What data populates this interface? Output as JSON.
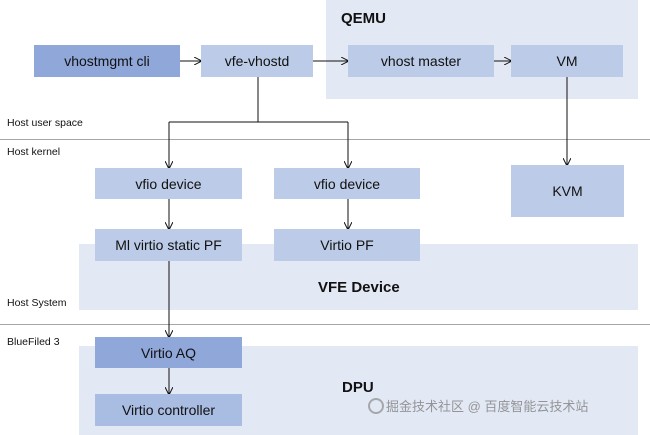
{
  "regions": {
    "qemu": "QEMU",
    "vfe_device": "VFE Device",
    "dpu": "DPU"
  },
  "layers": {
    "host_user_space": "Host user space",
    "host_kernel": "Host kernel",
    "host_system": "Host System",
    "bluefield": "BlueFiled 3"
  },
  "nodes": {
    "vhostmgmt_cli": "vhostmgmt cli",
    "vfe_vhostd": "vfe-vhostd",
    "vhost_master": "vhost master",
    "vm": "VM",
    "vfio_device_1": "vfio device",
    "vfio_device_2": "vfio device",
    "kvm": "KVM",
    "ml_virtio_static_pf": "Ml virtio static PF",
    "virtio_pf": "Virtio PF",
    "virtio_aq": "Virtio AQ",
    "virtio_controller": "Virtio controller"
  },
  "watermark": "掘金技术社区 @ 百度智能云技术站",
  "colors": {
    "region_fill": "#e2e8f4",
    "box_fill": "#bccbe7",
    "box_dark": "#8fa7d9",
    "line": "#111111",
    "divider": "#a6a6a6"
  }
}
